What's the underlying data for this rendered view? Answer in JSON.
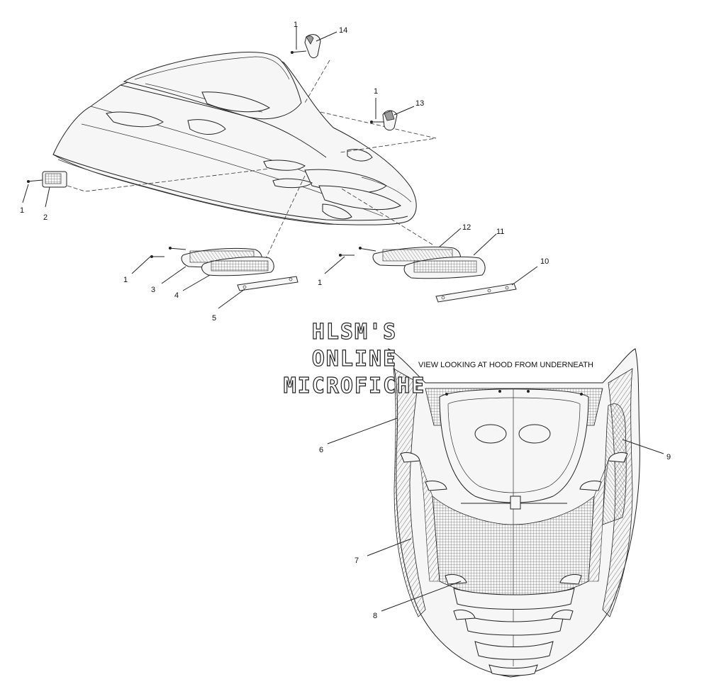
{
  "caption": "VIEW LOOKING AT HOOD FROM UNDERNEATH",
  "watermark": [
    "HLSM'S",
    "ONLINE",
    "MICROFICHE"
  ],
  "callouts": {
    "c1a": "1",
    "c14": "14",
    "c1b": "1",
    "c13": "13",
    "c1c": "1",
    "c2": "2",
    "c12": "12",
    "c11": "11",
    "c10": "10",
    "c1d": "1",
    "c3": "3",
    "c4": "4",
    "c5": "5",
    "c1e": "1",
    "c6": "6",
    "c9": "9",
    "c7": "7",
    "c8": "8"
  }
}
